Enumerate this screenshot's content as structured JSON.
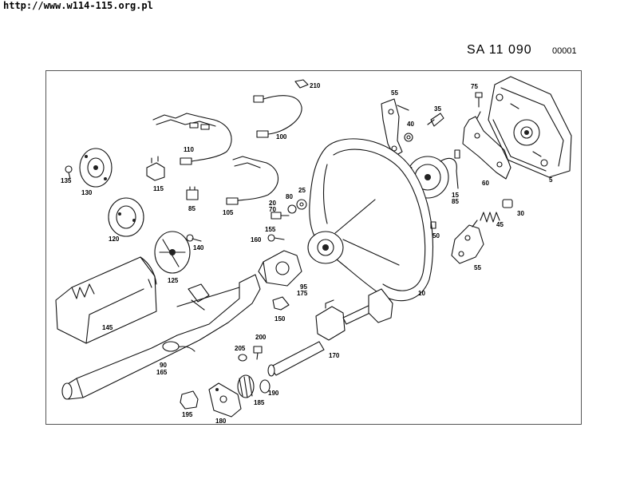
{
  "header": {
    "url": "http://www.w114-115.org.pl",
    "diagram_code": "SA  11 090",
    "sheet_number": "00001"
  },
  "part_labels": [
    "5",
    "10",
    "15",
    "20",
    "25",
    "30",
    "35",
    "40",
    "45",
    "50",
    "55",
    "55",
    "60",
    "70",
    "75",
    "80",
    "85",
    "85",
    "90",
    "95",
    "100",
    "105",
    "110",
    "115",
    "120",
    "125",
    "130",
    "135",
    "140",
    "145",
    "150",
    "155",
    "160",
    "165",
    "170",
    "175",
    "180",
    "185",
    "190",
    "195",
    "200",
    "205",
    "210"
  ]
}
